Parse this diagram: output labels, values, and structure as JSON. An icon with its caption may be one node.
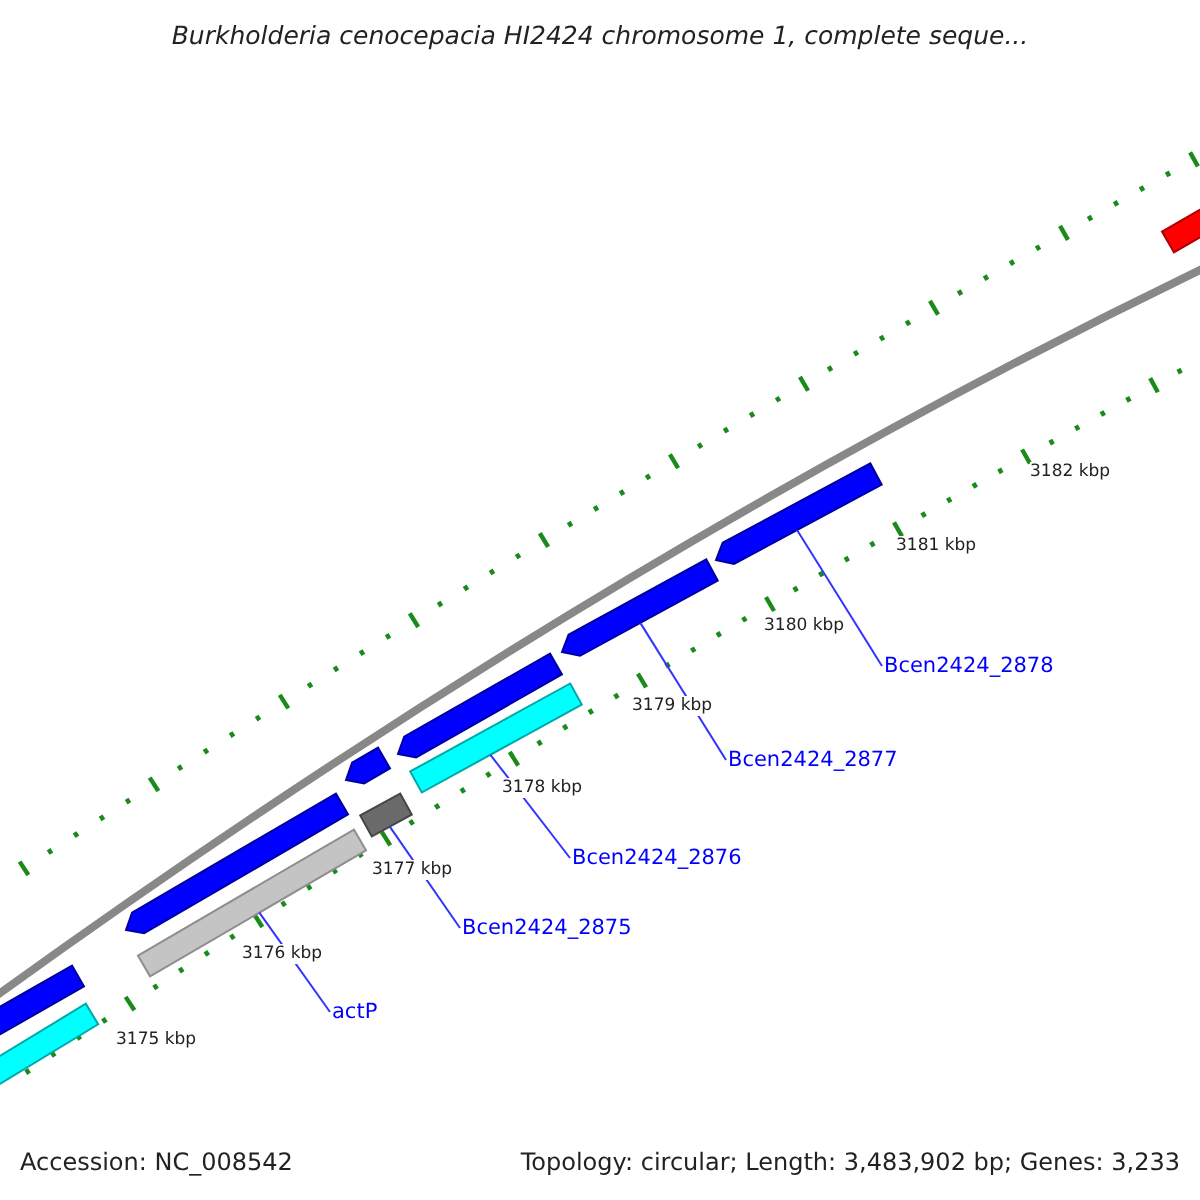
{
  "diagram": {
    "title": "Burkholderia cenocepacia HI2424 chromosome 1, complete seque...",
    "nodes": [
      {
        "text": [
          "actP"
        ]
      },
      {
        "text": [
          "Bcen2424_2875"
        ]
      },
      {
        "text": [
          "Bcen2424_2876"
        ]
      },
      {
        "text": [
          "Bcen2424_2877"
        ]
      },
      {
        "text": [
          "Bcen2424_2878"
        ]
      },
      {
        "text": [],
        "shape": "bar"
      },
      {
        "text": [],
        "shape": "bar"
      },
      {
        "text": [],
        "shape": "bar"
      },
      {
        "text": [],
        "shape": "bar"
      },
      {
        "text": [],
        "shape": "bar"
      },
      {
        "text": [],
        "shape": "bar"
      },
      {
        "text": [],
        "shape": "bar"
      },
      {
        "text": [],
        "shape": "bar"
      },
      {
        "text": [],
        "shape": "bar"
      },
      {
        "text": [],
        "shape": "bar"
      },
      {
        "text": [],
        "shape": "bar"
      }
    ],
    "edges": [
      {
        "from": 0,
        "to": 8,
        "arrow": "none"
      },
      {
        "from": 1,
        "to": 10,
        "arrow": "none"
      },
      {
        "from": 2,
        "to": 12,
        "arrow": "none"
      },
      {
        "from": 3,
        "to": 13,
        "arrow": "none"
      },
      {
        "from": 4,
        "to": 14,
        "arrow": "none"
      }
    ],
    "labels": [
      "3175 kbp",
      "3176 kbp",
      "3177 kbp",
      "3178 kbp",
      "3179 kbp",
      "3180 kbp",
      "3181 kbp",
      "3182 kbp",
      "Accession: NC_008542",
      "Topology: circular; Length: 3,483,902 bp; Genes: 3,233"
    ]
  }
}
